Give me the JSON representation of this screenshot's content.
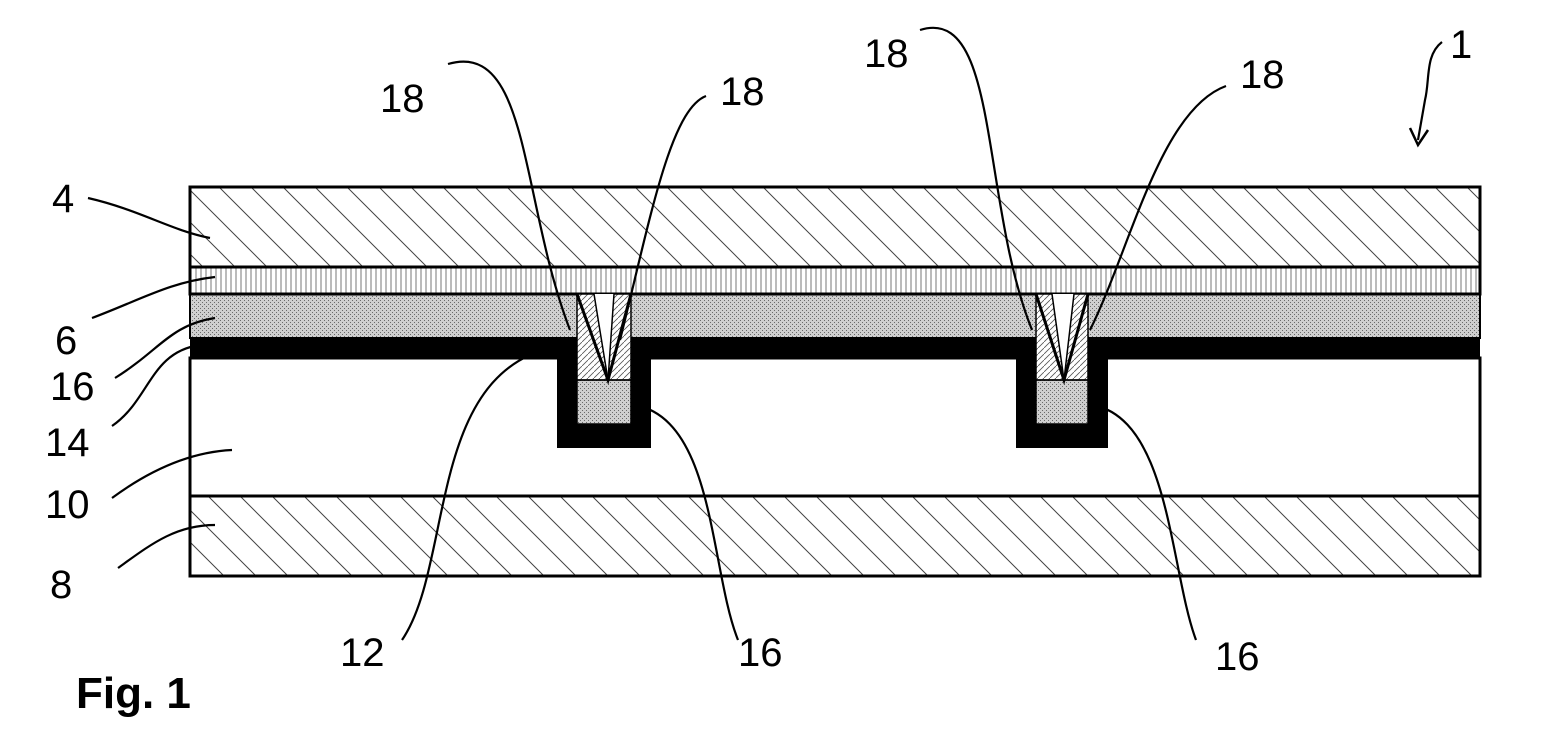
{
  "figure": {
    "title": "Fig. 1",
    "labels": {
      "device": "1",
      "cover_top": "4",
      "interlayer": "6",
      "fill_layer": "16",
      "conductor_layer": "14",
      "substrate": "10",
      "base_plate": "8",
      "groove_step": "12",
      "fill_in_groove_left": "16",
      "fill_in_groove_right": "16",
      "wedge_a": "18",
      "wedge_b": "18",
      "wedge_c": "18",
      "wedge_d": "18"
    }
  }
}
